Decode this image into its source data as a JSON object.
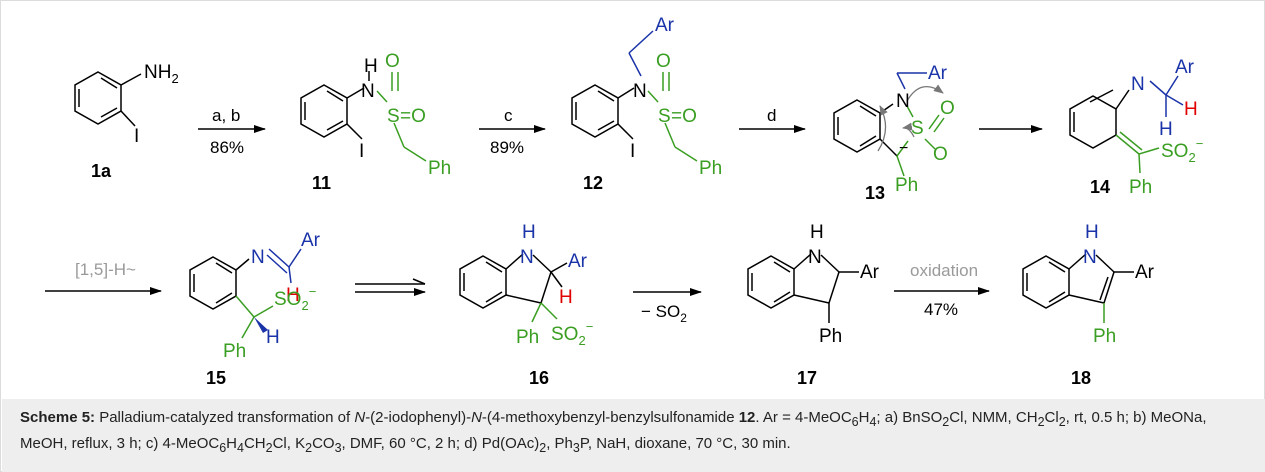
{
  "compounds": {
    "c1a": "1a",
    "c11": "11",
    "c12": "12",
    "c13": "13",
    "c14": "14",
    "c15": "15",
    "c16": "16",
    "c17": "17",
    "c18": "18"
  },
  "atoms": {
    "nh2": "NH",
    "nh2_sub": "2",
    "h": "H",
    "n": "N",
    "s": "S",
    "o": "O",
    "i": "I",
    "ph": "Ph",
    "ar": "Ar",
    "so2": "SO",
    "so2_sub": "2",
    "minus": "−",
    "eq_o": "=O"
  },
  "arrows": {
    "step1_reagents": "a, b",
    "step1_yield": "86%",
    "step2_reagents": "c",
    "step2_yield": "89%",
    "step3_reagents": "d",
    "hshift": "[1,5]-H~",
    "so2_loss": "− SO",
    "so2_loss_sub": "2",
    "oxidation": "oxidation",
    "oxidation_yield": "47%"
  },
  "caption": {
    "label": "Scheme 5:",
    "t1": " Palladium-catalyzed transformation of ",
    "i1": "N",
    "t2": "-(2-iodophenyl)-",
    "i2": "N",
    "t3": "-(4-methoxybenzyl-benzylsulfonamide ",
    "b1": "12",
    "t4": ". Ar = 4-MeOC",
    "s1": "6",
    "t5": "H",
    "s2": "4",
    "t6": "; a) BnSO",
    "s3": "2",
    "t7": "Cl, NMM, CH",
    "s4": "2",
    "t8": "Cl",
    "s5": "2",
    "t9": ", rt, 0.5 h; b) MeONa, MeOH, reflux, 3 h; c) 4-MeOC",
    "s6": "6",
    "t10": "H",
    "s7": "4",
    "t11": "CH",
    "s8": "2",
    "t12": "Cl, K",
    "s9": "2",
    "t13": "CO",
    "s10": "3",
    "t14": ", DMF, 60 °C, 2 h; d) Pd(OAc)",
    "s11": "2",
    "t15": ", Ph",
    "s12": "3",
    "t16": "P, NaH, dioxane, 70 °C, 30 min."
  },
  "colors": {
    "bond": "#000000",
    "blue": "#1a33a8",
    "green": "#3a9e22",
    "red": "#e00000",
    "gray": "#9a9a9a",
    "caption_bg": "#eeeeee"
  }
}
